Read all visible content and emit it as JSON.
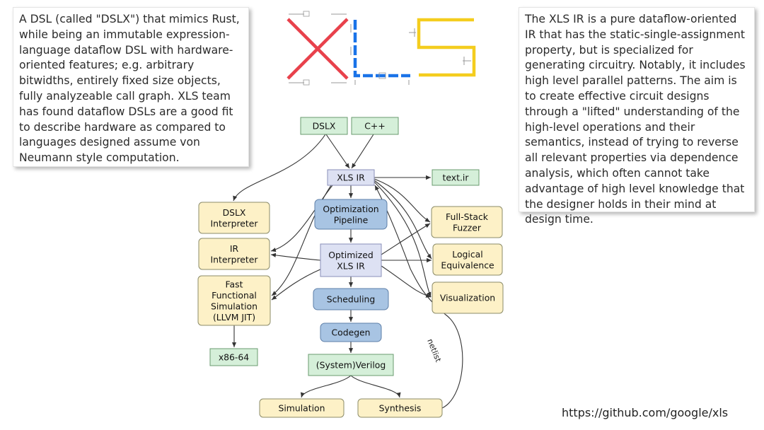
{
  "notes": {
    "left": "A DSL (called \"DSLX\") that mimics Rust, while being an immutable expression-language dataflow DSL with hardware-oriented features; e.g. arbitrary bitwidths, entirely fixed size objects, fully analyzeable call graph. XLS team has found dataflow DSLs are a good fit to describe hardware as compared to languages designed assume von Neumann style computation.",
    "right": "The XLS IR is a pure dataflow-oriented IR that has the static-single-assignment property, but is specialized for generating circuitry. Notably, it includes high level parallel patterns. The aim is to create effective circuit designs through a \"lifted\" understanding of the high-level operations and their semantics, instead of trying to reverse all relevant properties via dependence analysis, which often cannot take advantage of high level knowledge that the designer holds in their mind at design time."
  },
  "url": "https://github.com/google/xls",
  "logo": {
    "colors": {
      "x": "#e8414b",
      "l": "#1a73e8",
      "s": "#f4cd1e"
    }
  },
  "colors": {
    "green": "#d5efd9",
    "green_border": "#6a9b6f",
    "blue": "#a8c4e3",
    "blue_border": "#5e7fa8",
    "lavender": "#dde1f3",
    "lavender_border": "#8a8fb8",
    "yellow": "#fdf1c7",
    "yellow_border": "#8c8c6a"
  },
  "nodes": [
    {
      "id": "dslx",
      "label": "DSLX",
      "style": "green"
    },
    {
      "id": "cpp",
      "label": "C++",
      "style": "green"
    },
    {
      "id": "xlsir",
      "label": "XLS IR",
      "style": "lavender"
    },
    {
      "id": "textir",
      "label": "text.ir",
      "style": "green"
    },
    {
      "id": "dslxinterp",
      "label": "DSLX\nInterpreter",
      "style": "yellow"
    },
    {
      "id": "optpipe",
      "label": "Optimization\nPipeline",
      "style": "blue"
    },
    {
      "id": "fuzzer",
      "label": "Full-Stack\nFuzzer",
      "style": "yellow"
    },
    {
      "id": "irinterp",
      "label": "IR\nInterpreter",
      "style": "yellow"
    },
    {
      "id": "optir",
      "label": "Optimized\nXLS IR",
      "style": "lavender"
    },
    {
      "id": "logeq",
      "label": "Logical\nEquivalence",
      "style": "yellow"
    },
    {
      "id": "jit",
      "label": "Fast\nFunctional\nSimulation\n(LLVM JIT)",
      "style": "yellow"
    },
    {
      "id": "sched",
      "label": "Scheduling",
      "style": "blue"
    },
    {
      "id": "viz",
      "label": "Visualization",
      "style": "yellow"
    },
    {
      "id": "codegen",
      "label": "Codegen",
      "style": "blue"
    },
    {
      "id": "x86",
      "label": "x86-64",
      "style": "green"
    },
    {
      "id": "verilog",
      "label": "(System)Verilog",
      "style": "green"
    },
    {
      "id": "sim",
      "label": "Simulation",
      "style": "yellow"
    },
    {
      "id": "synth",
      "label": "Synthesis",
      "style": "yellow"
    }
  ],
  "edges": [
    {
      "from": "dslx",
      "to": "xlsir"
    },
    {
      "from": "cpp",
      "to": "xlsir"
    },
    {
      "from": "dslx",
      "to": "dslxinterp"
    },
    {
      "from": "xlsir",
      "to": "textir"
    },
    {
      "from": "xlsir",
      "to": "optpipe"
    },
    {
      "from": "xlsir",
      "to": "irinterp"
    },
    {
      "from": "xlsir",
      "to": "jit"
    },
    {
      "from": "xlsir",
      "to": "fuzzer"
    },
    {
      "from": "xlsir",
      "to": "logeq"
    },
    {
      "from": "xlsir",
      "to": "viz"
    },
    {
      "from": "optpipe",
      "to": "optir"
    },
    {
      "from": "optir",
      "to": "irinterp"
    },
    {
      "from": "optir",
      "to": "jit"
    },
    {
      "from": "optir",
      "to": "fuzzer"
    },
    {
      "from": "optir",
      "to": "logeq"
    },
    {
      "from": "optir",
      "to": "viz"
    },
    {
      "from": "optir",
      "to": "sched"
    },
    {
      "from": "sched",
      "to": "codegen"
    },
    {
      "from": "codegen",
      "to": "verilog"
    },
    {
      "from": "jit",
      "to": "x86"
    },
    {
      "from": "verilog",
      "to": "sim"
    },
    {
      "from": "verilog",
      "to": "synth"
    },
    {
      "from": "synth",
      "to": "logeq",
      "label": "netlist"
    }
  ]
}
